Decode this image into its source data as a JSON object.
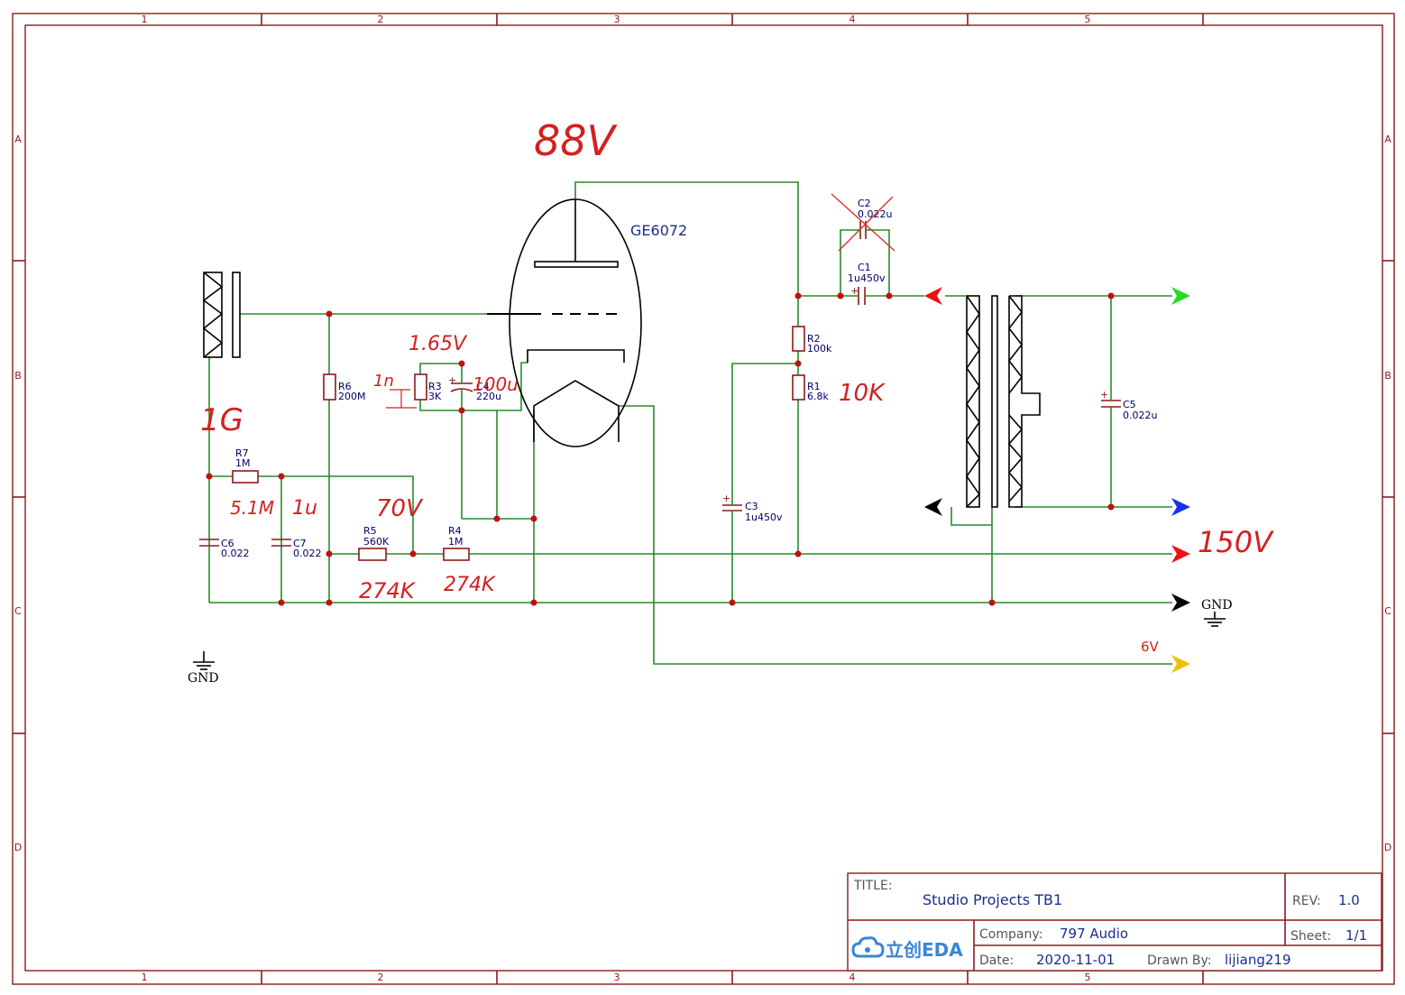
{
  "frame": {
    "columns": [
      "1",
      "2",
      "3",
      "4",
      "5"
    ],
    "rows": [
      "A",
      "B",
      "C",
      "D"
    ]
  },
  "tube": {
    "label": "GE6072"
  },
  "components": {
    "r7": {
      "ref": "R7",
      "value": "1M"
    },
    "r6": {
      "ref": "R6",
      "value": "200M"
    },
    "r3": {
      "ref": "R3",
      "value": "3K"
    },
    "c4": {
      "ref": "C4",
      "value": "220u"
    },
    "r5": {
      "ref": "R5",
      "value": "560K"
    },
    "r4": {
      "ref": "R4",
      "value": "1M"
    },
    "c6": {
      "ref": "C6",
      "value": "0.022"
    },
    "c7": {
      "ref": "C7",
      "value": "0.022"
    },
    "r2": {
      "ref": "R2",
      "value": "100k"
    },
    "r1": {
      "ref": "R1",
      "value": "6.8k"
    },
    "c3": {
      "ref": "C3",
      "value": "1u450v"
    },
    "c2": {
      "ref": "C2",
      "value": "0.022u"
    },
    "c1": {
      "ref": "C1",
      "value": "1u450v"
    },
    "c5": {
      "ref": "C5",
      "value": "0.022u"
    }
  },
  "ports": {
    "gnd_right": "GND",
    "gnd_left": "GND",
    "heater": "6V"
  },
  "handwritten_notes": {
    "plate_voltage": "88V",
    "cathode_voltage": "1.65V",
    "cathode_cap": "100u",
    "cathode_res": "1n",
    "grid_res": "1G",
    "r7_note": "5.1M",
    "c7_note": "1u",
    "node_voltage": "70V",
    "r5_note": "274K",
    "r4_note": "274K",
    "r1_note": "10K",
    "supply": "150V"
  },
  "colors": {
    "frame": "#8b1a1a",
    "wire": "#2a8a2a",
    "junction": "#c01010",
    "annotation": "#d42020",
    "text": "#000066",
    "arrow_red": "#ee1111",
    "arrow_green": "#22dd22",
    "arrow_blue": "#1133ee",
    "arrow_black": "#000000",
    "arrow_yellow": "#f0c000"
  },
  "title_block": {
    "title_label": "TITLE:",
    "title": "Studio Projects TB1",
    "rev_label": "REV:",
    "rev": "1.0",
    "company_label": "Company:",
    "company": "797 Audio",
    "sheet_label": "Sheet:",
    "sheet": "1/1",
    "date_label": "Date:",
    "date": "2020-11-01",
    "drawn_label": "Drawn By:",
    "drawn_by": "lijiang219",
    "logo_text": "立创EDA"
  }
}
